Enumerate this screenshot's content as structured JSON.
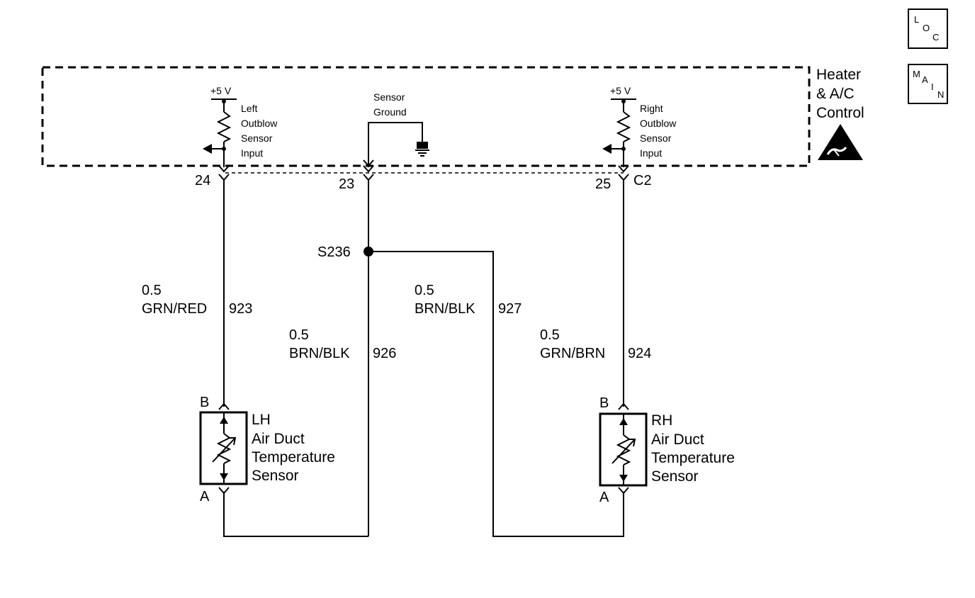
{
  "nav": {
    "loc": {
      "l1": "L",
      "l2": "O",
      "l3": "C"
    },
    "main": {
      "l1": "M",
      "l2": "A",
      "l3": "I",
      "l4": "N"
    }
  },
  "module": {
    "line1": "Heater",
    "line2": "& A/C",
    "line3": "Control"
  },
  "left_input": {
    "voltage": "+5 V",
    "l1": "Left",
    "l2": "Outblow",
    "l3": "Sensor",
    "l4": "Input"
  },
  "right_input": {
    "voltage": "+5 V",
    "l1": "Right",
    "l2": "Outblow",
    "l3": "Sensor",
    "l4": "Input"
  },
  "sensor_ground": {
    "l1": "Sensor",
    "l2": "Ground"
  },
  "pins": {
    "p24": "24",
    "p23": "23",
    "p25": "25",
    "connector": "C2"
  },
  "splice": {
    "label": "S236"
  },
  "wires": {
    "w923": {
      "size": "0.5",
      "color": "GRN/RED",
      "circuit": "923"
    },
    "w926": {
      "size": "0.5",
      "color": "BRN/BLK",
      "circuit": "926"
    },
    "w927": {
      "size": "0.5",
      "color": "BRN/BLK",
      "circuit": "927"
    },
    "w924": {
      "size": "0.5",
      "color": "GRN/BRN",
      "circuit": "924"
    }
  },
  "lh_sensor": {
    "pin_b": "B",
    "pin_a": "A",
    "l1": "LH",
    "l2": "Air Duct",
    "l3": "Temperature",
    "l4": "Sensor"
  },
  "rh_sensor": {
    "pin_b": "B",
    "pin_a": "A",
    "l1": "RH",
    "l2": "Air Duct",
    "l3": "Temperature",
    "l4": "Sensor"
  }
}
